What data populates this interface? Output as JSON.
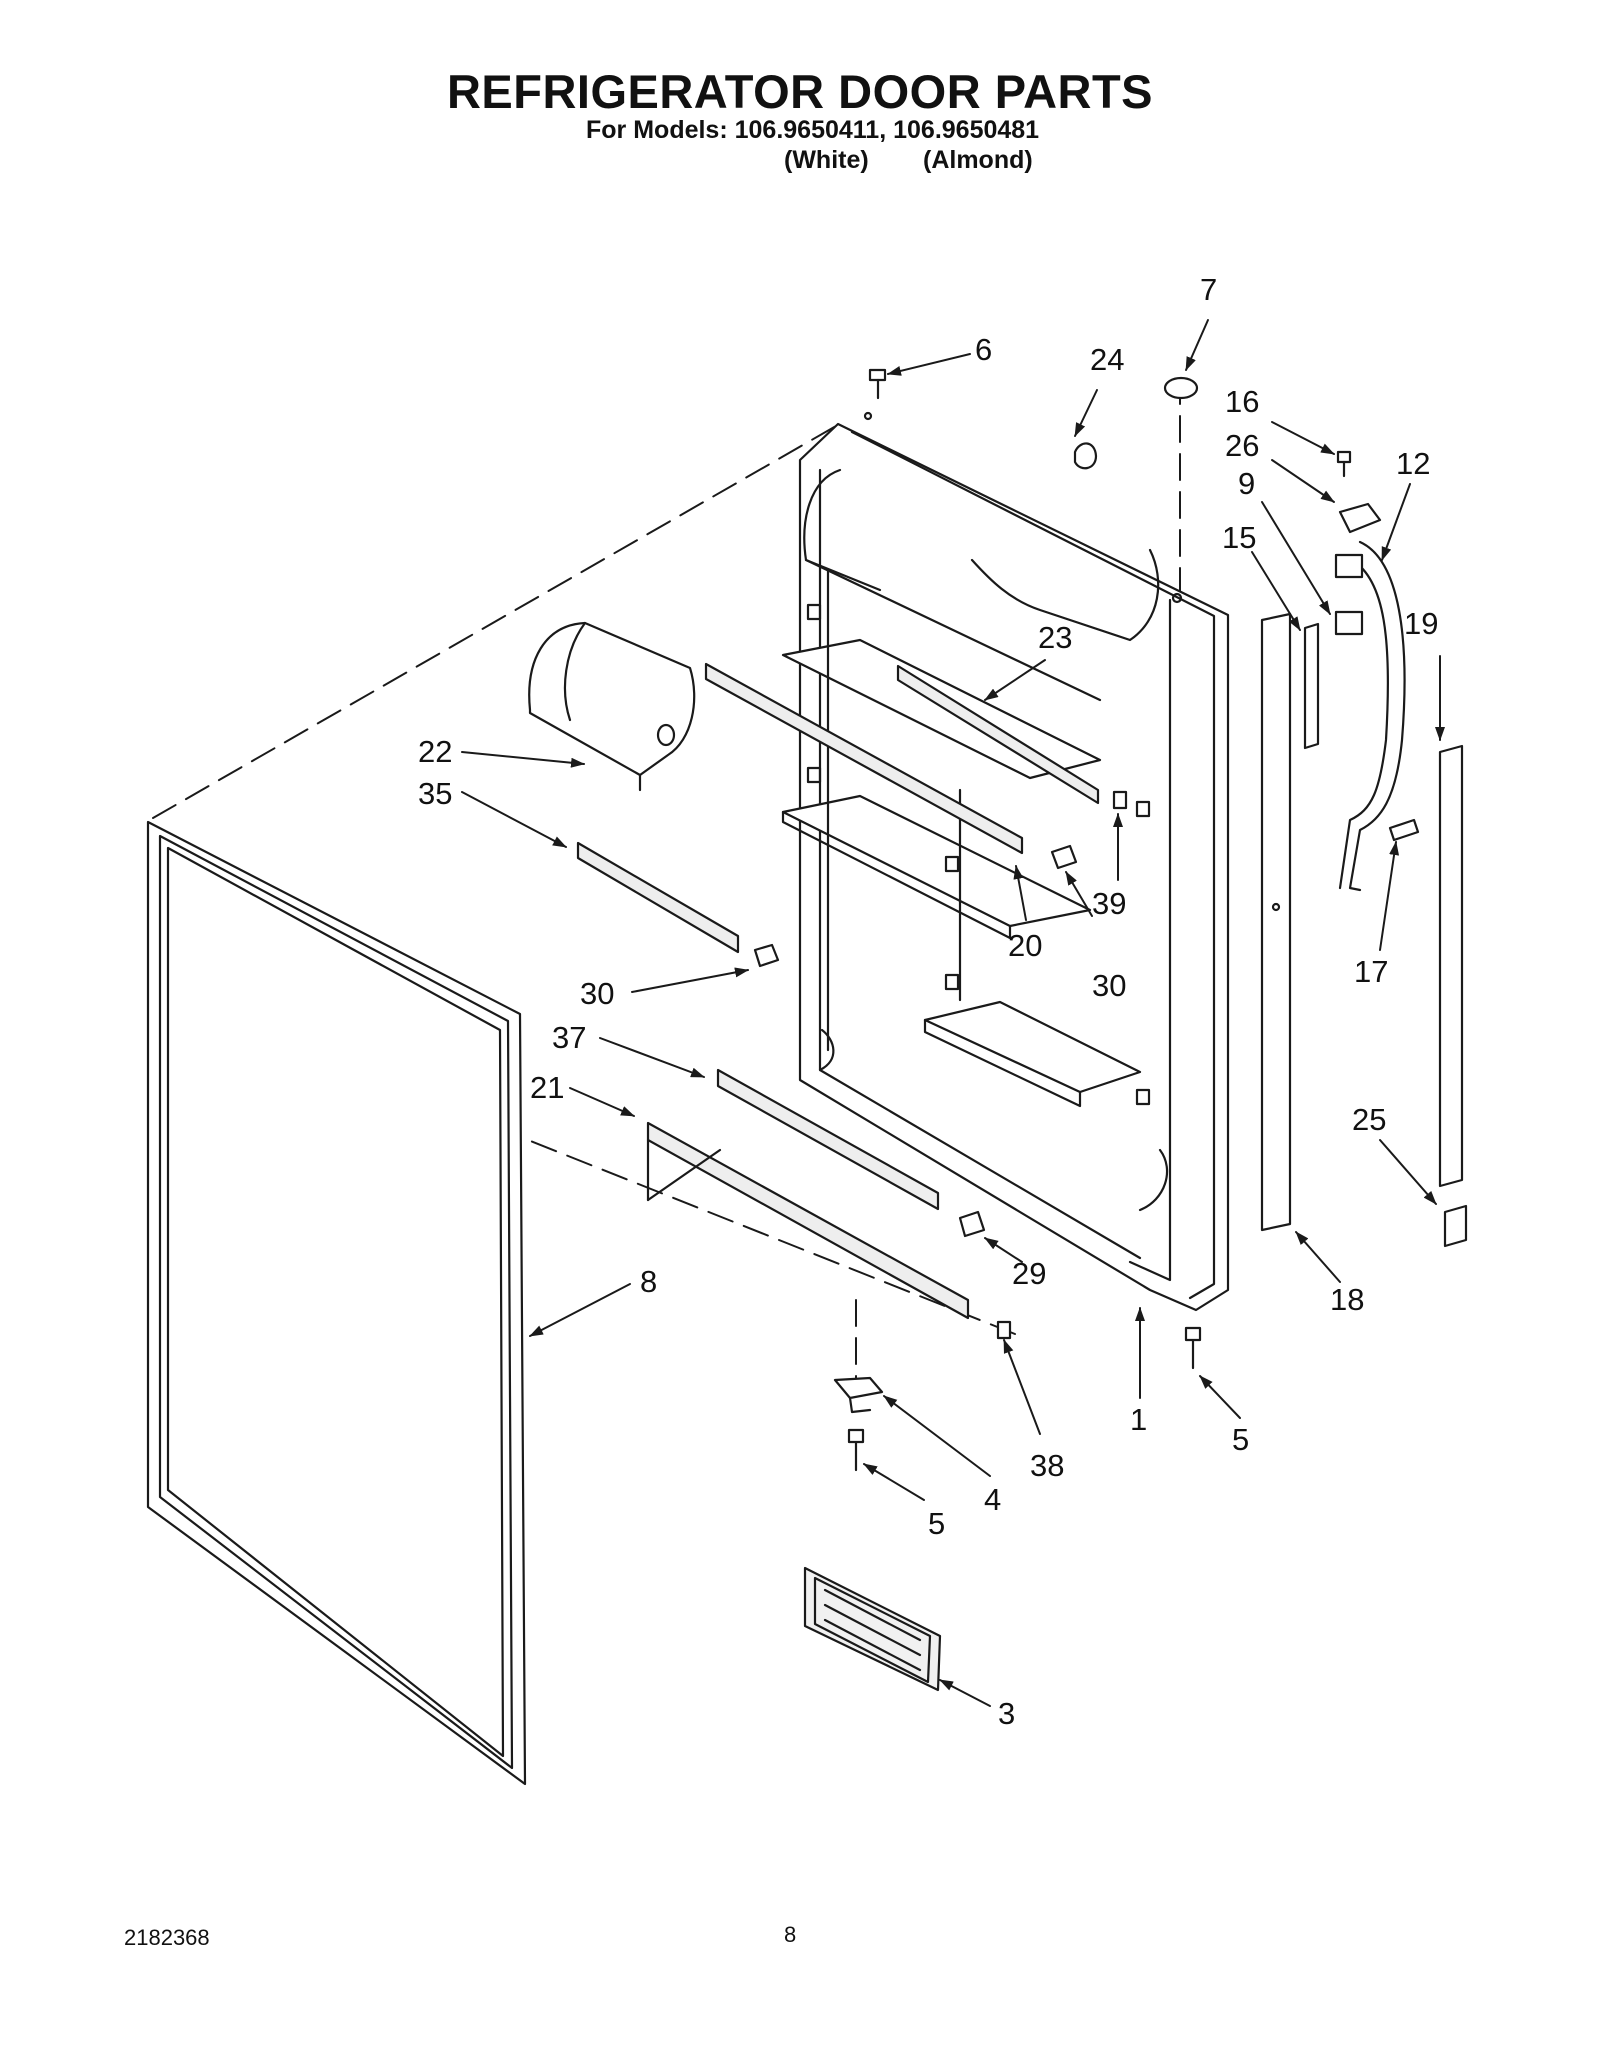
{
  "header": {
    "title": "REFRIGERATOR DOOR PARTS",
    "models_line": "For Models: 106.9650411, 106.9650481",
    "color_white": "(White)",
    "color_almond": "(Almond)"
  },
  "footer": {
    "doc_number": "2182368",
    "page_number": "8"
  },
  "callouts": [
    "7",
    "6",
    "24",
    "16",
    "26",
    "12",
    "9",
    "15",
    "23",
    "19",
    "22",
    "35",
    "39",
    "20",
    "30",
    "30",
    "17",
    "37",
    "21",
    "25",
    "29",
    "8",
    "18",
    "1",
    "5",
    "4",
    "38",
    "5",
    "3"
  ],
  "colors": {
    "line": "#1a1a1a",
    "fill": "#ffffff",
    "shade": "#e6e6e6"
  }
}
